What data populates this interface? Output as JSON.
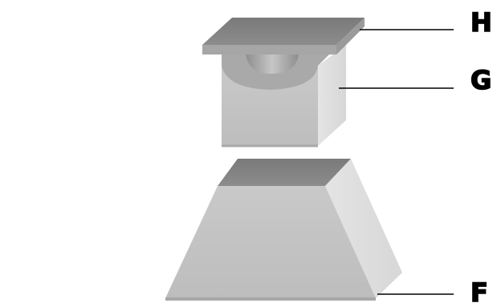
{
  "labels": {
    "top_plate": "H",
    "cup_block": "G",
    "base": "F"
  }
}
